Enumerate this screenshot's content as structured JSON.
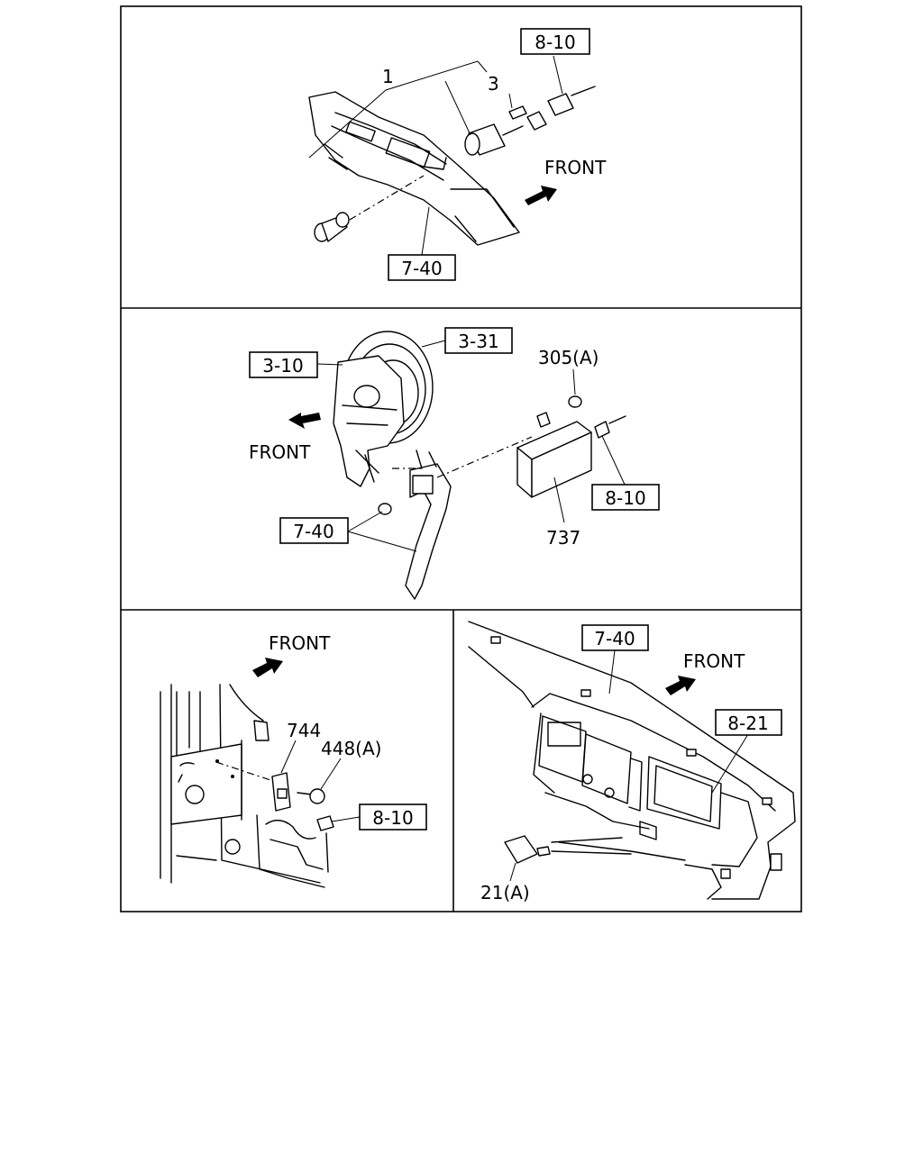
{
  "panels": {
    "top": {
      "front": "FRONT",
      "callouts": {
        "c1": "1",
        "c3": "3"
      },
      "refs": {
        "r1": "8-10",
        "r2": "7-40"
      }
    },
    "middle": {
      "front": "FRONT",
      "callouts": {
        "c305": "305(A)",
        "c737": "737"
      },
      "refs": {
        "r1": "3-31",
        "r2": "3-10",
        "r3": "8-10",
        "r4": "7-40"
      }
    },
    "bottom_left": {
      "front": "FRONT",
      "callouts": {
        "c744": "744",
        "c448": "448(A)"
      },
      "refs": {
        "r1": "8-10"
      }
    },
    "bottom_right": {
      "front": "FRONT",
      "callouts": {
        "c21": "21(A)"
      },
      "refs": {
        "r1": "7-40",
        "r2": "8-21"
      }
    }
  }
}
